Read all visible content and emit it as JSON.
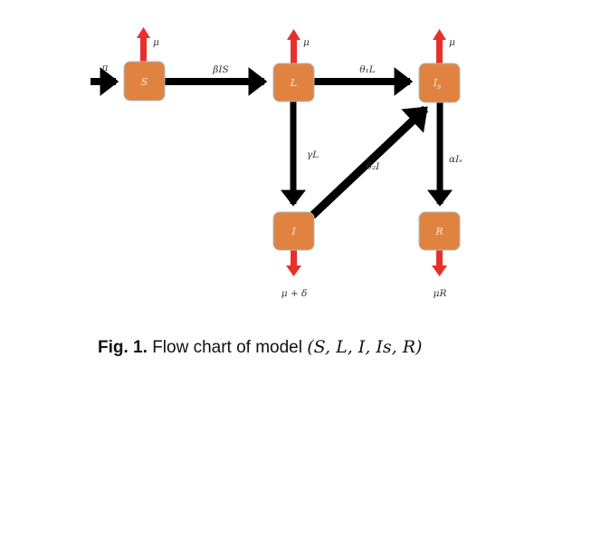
{
  "diagram": {
    "title": "SLIIsR compartment model",
    "colors": {
      "box_fill": "#e08341",
      "box_stroke": "#a9b8c8",
      "flow_arrow": "#000000",
      "exit_arrow": "#e8302a",
      "label_text": "#333333"
    },
    "compartments": [
      {
        "id": "S",
        "label": "S"
      },
      {
        "id": "L",
        "label": "L"
      },
      {
        "id": "Is",
        "label": "I",
        "subscript": "s"
      },
      {
        "id": "I",
        "label": "I"
      },
      {
        "id": "R",
        "label": "R"
      }
    ],
    "flows": [
      {
        "id": "recruitment",
        "from": null,
        "to": "S",
        "label": "π"
      },
      {
        "id": "infection",
        "from": "S",
        "to": "L",
        "label": "βIS"
      },
      {
        "id": "latent-to-symptomatic",
        "from": "L",
        "to": "Is",
        "label": "θ₁L"
      },
      {
        "id": "latent-to-infected",
        "from": "L",
        "to": "I",
        "label": "γL"
      },
      {
        "id": "infected-to-symptomatic",
        "from": "I",
        "to": "Is",
        "label": "θ₂I"
      },
      {
        "id": "recovery",
        "from": "Is",
        "to": "R",
        "label": "αIₛ"
      }
    ],
    "exits": [
      {
        "id": "S-death",
        "compartment": "S",
        "label": "μ",
        "direction": "up"
      },
      {
        "id": "L-death",
        "compartment": "L",
        "label": "μ",
        "direction": "up"
      },
      {
        "id": "Is-death",
        "compartment": "Is",
        "label": "μ",
        "direction": "up"
      },
      {
        "id": "I-death",
        "compartment": "I",
        "label": "μ + δ",
        "direction": "down"
      },
      {
        "id": "R-death",
        "compartment": "R",
        "label": "μR",
        "direction": "down"
      }
    ]
  },
  "caption": {
    "fig_label": "Fig. 1.",
    "text": "Flow chart of model",
    "math": "(S, L, I, Is, R)"
  }
}
